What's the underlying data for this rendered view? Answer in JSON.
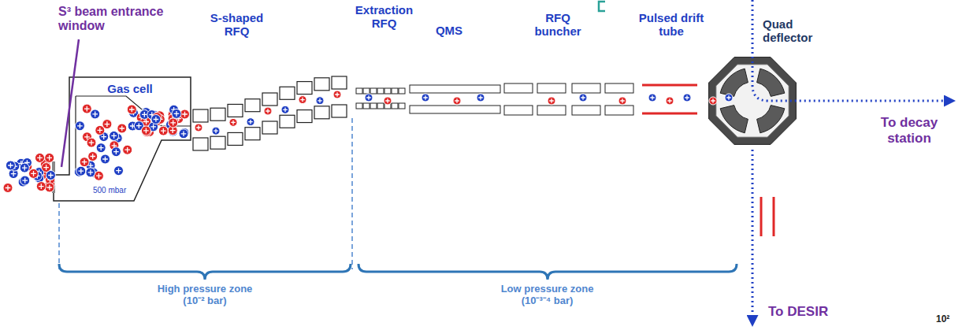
{
  "diagram": {
    "nodes": [
      {
        "text": [
          "Gas cell",
          "500 mbar"
        ]
      }
    ],
    "labels": [
      "S³ beam entrance window",
      "S-shaped RFQ",
      "Extraction RFQ",
      "QMS",
      "RFQ buncher",
      "Pulsed drift tube",
      "Quad deflector",
      "High pressure zone (10⁻² bar)",
      "Low pressure zone (10⁻³⁻⁴ bar)",
      "To decay station",
      "To DESIR",
      "10²"
    ]
  }
}
